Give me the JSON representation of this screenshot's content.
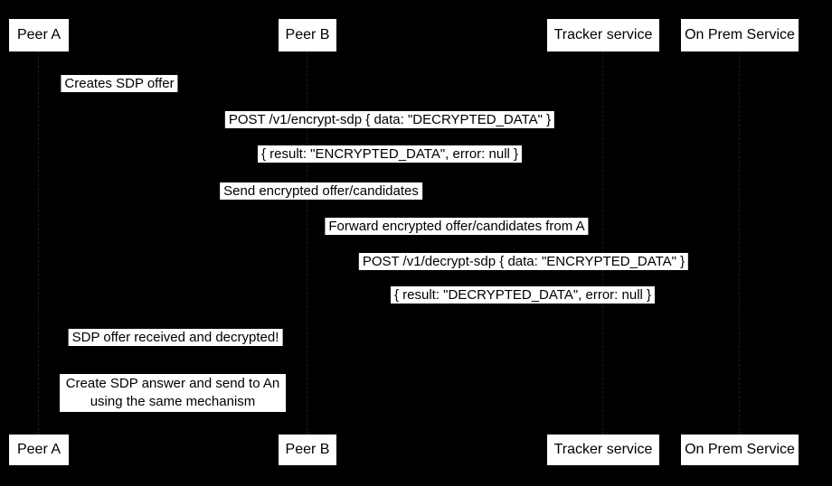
{
  "colors": {
    "background": "#000000",
    "label_background": "#ffffff",
    "label_text": "#000000"
  },
  "actors": [
    {
      "label": "Peer A"
    },
    {
      "label": "Peer B"
    },
    {
      "label": "Tracker service"
    },
    {
      "label": "On Prem Service"
    }
  ],
  "messages": [
    {
      "text": "Creates SDP offer"
    },
    {
      "text": "POST /v1/encrypt-sdp { data: \"DECRYPTED_DATA\" }"
    },
    {
      "text": "{ result: \"ENCRYPTED_DATA\", error: null }"
    },
    {
      "text": "Send encrypted offer/candidates"
    },
    {
      "text": "Forward encrypted offer/candidates from A"
    },
    {
      "text": "POST /v1/decrypt-sdp { data: \"ENCRYPTED_DATA\" }"
    },
    {
      "text": "{ result: \"DECRYPTED_DATA\", error: null }"
    },
    {
      "text": "SDP offer received and decrypted!"
    }
  ],
  "note": {
    "text": "Create SDP answer and send to An\nusing the same mechanism"
  }
}
